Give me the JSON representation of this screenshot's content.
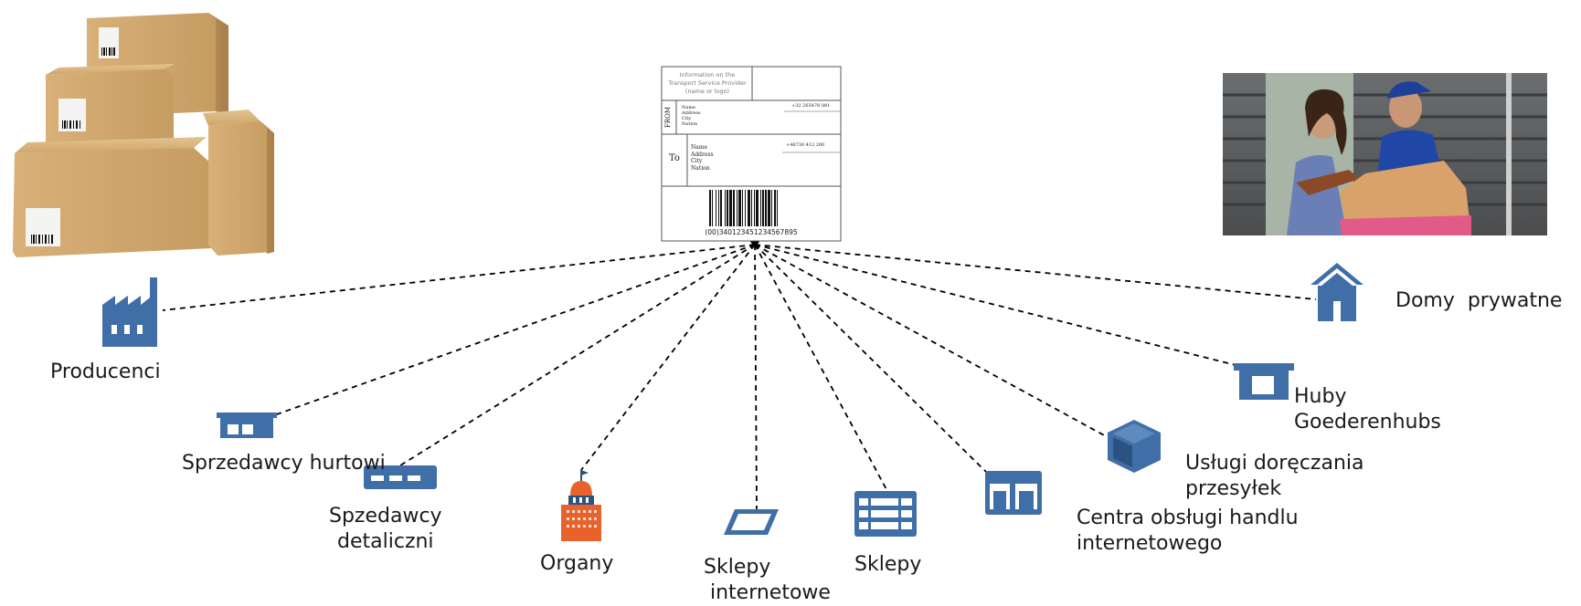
{
  "label_card": {
    "provider_text": "Information on the Transport Service Provider (name or logo)",
    "provider_lines": [
      "Information on the Transport",
      "Service Provider",
      "(name or logo)"
    ],
    "from_tag": "FROM",
    "from_lines": [
      "Name",
      "Address",
      "City",
      "Nation"
    ],
    "from_phone": "+32 265478 881",
    "to_tag": "To",
    "to_lines": [
      "Name",
      "Address",
      "City",
      "Nation"
    ],
    "to_phone": "+46730 412 200",
    "barcode_text": "(00)340123451234567895"
  },
  "nodes": {
    "producers": "Producenci",
    "wholesalers": "Sprzedawcy hurtowi",
    "retailers": "Spzedawcy\ndetaliczni",
    "authorities": "Organy",
    "online_shops": "Sklepy\n internetowe",
    "shops": "Sklepy",
    "ecommerce_centres": "Centra obsługi handlu\ninternetowego",
    "parcel_services": "Usługi doręczania\nprzesyłek",
    "hubs": "Huby\nGoederenhubs",
    "private_homes": "Domy  prywatne"
  },
  "colors": {
    "icon_blue": "#3f6fa6",
    "icon_dark": "#2c5282",
    "authority_orange": "#e8622c",
    "line": "#000000"
  },
  "icons": [
    "factory-icon",
    "warehouse-icon",
    "store-icon",
    "capitol-icon",
    "tablet-icon",
    "shelves-icon",
    "storefront-icon",
    "box-3d-icon",
    "hub-icon",
    "house-icon"
  ]
}
